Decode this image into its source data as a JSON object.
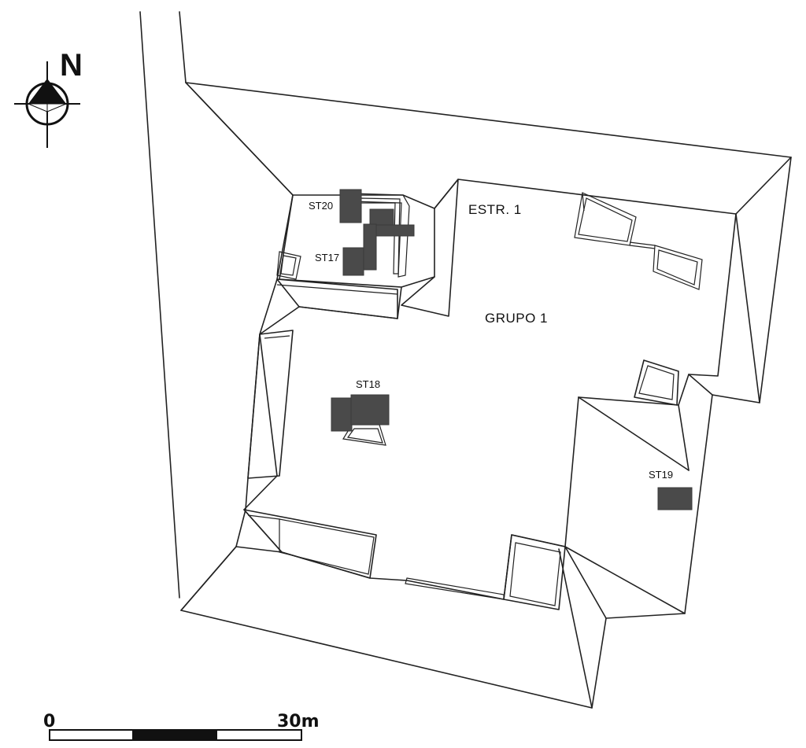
{
  "north_label": "N",
  "labels": {
    "estr1": "ESTR. 1",
    "grupo1": "GRUPO 1",
    "st20": "ST20",
    "st17": "ST17",
    "st18": "ST18",
    "st19": "ST19"
  },
  "scale": {
    "start": "0",
    "end": "30m"
  },
  "colors": {
    "outline": "#222222",
    "stela": "#4a4a4a",
    "background": "#ffffff"
  },
  "icons": {
    "north_arrow": "north-arrow-icon"
  }
}
